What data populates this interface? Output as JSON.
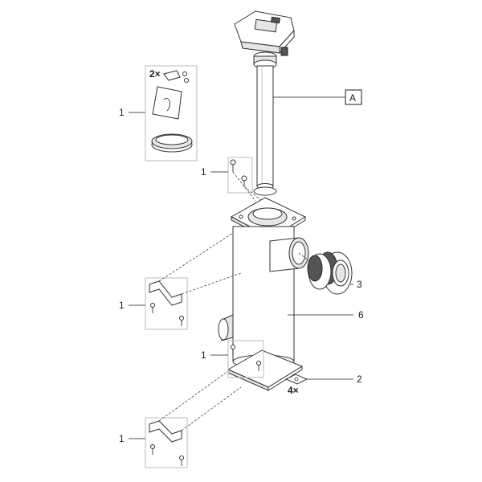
{
  "labels": {
    "ref_a": "A",
    "kit_top_qty": "2×",
    "kit_top": "1",
    "screws_top": "1",
    "bracket_mid": "1",
    "screws_low": "1",
    "bracket_low": "1",
    "part_clamp": "3",
    "part_body": "6",
    "part_washer": "2",
    "washer_qty": "4×"
  },
  "icons": [
    "sensor-head",
    "standpipe",
    "seal-kit",
    "filter-housing",
    "pipe-clamp",
    "wall-bracket",
    "screw",
    "washer"
  ]
}
